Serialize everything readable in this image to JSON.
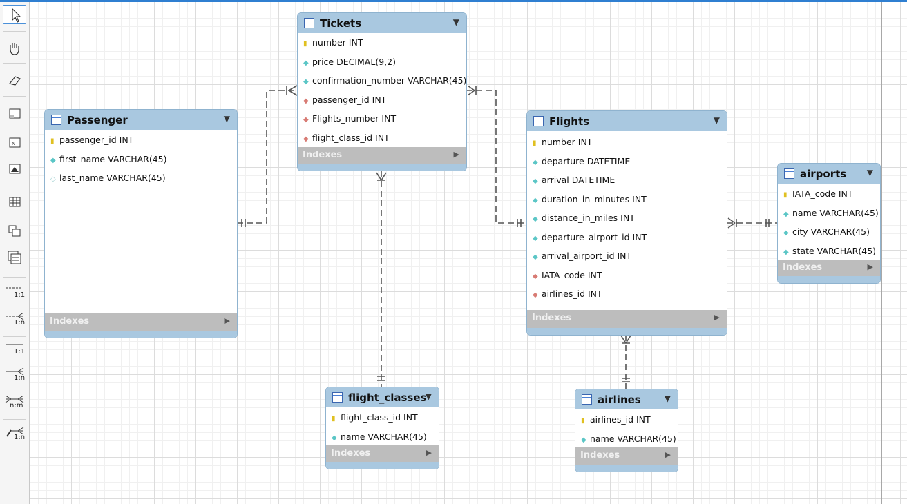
{
  "entities": {
    "tickets": {
      "name": "Tickets",
      "columns": [
        {
          "text": "number INT",
          "kind": "pk"
        },
        {
          "text": "price DECIMAL(9,2)",
          "kind": "nn"
        },
        {
          "text": "confirmation_number VARCHAR(45)",
          "kind": "nn"
        },
        {
          "text": "passenger_id INT",
          "kind": "fk"
        },
        {
          "text": "Flights_number INT",
          "kind": "fk"
        },
        {
          "text": "flight_class_id INT",
          "kind": "fk"
        }
      ],
      "indexes": "Indexes"
    },
    "passenger": {
      "name": "Passenger",
      "columns": [
        {
          "text": "passenger_id INT",
          "kind": "pk"
        },
        {
          "text": "first_name VARCHAR(45)",
          "kind": "nn"
        },
        {
          "text": "last_name VARCHAR(45)",
          "kind": "nu"
        }
      ],
      "indexes": "Indexes"
    },
    "flights": {
      "name": "Flights",
      "columns": [
        {
          "text": "number INT",
          "kind": "pk"
        },
        {
          "text": "departure DATETIME",
          "kind": "nn"
        },
        {
          "text": "arrival DATETIME",
          "kind": "nn"
        },
        {
          "text": "duration_in_minutes INT",
          "kind": "nn"
        },
        {
          "text": "distance_in_miles INT",
          "kind": "nn"
        },
        {
          "text": "departure_airport_id INT",
          "kind": "nn"
        },
        {
          "text": "arrival_airport_id INT",
          "kind": "nn"
        },
        {
          "text": "IATA_code INT",
          "kind": "fk"
        },
        {
          "text": "airlines_id INT",
          "kind": "fk"
        }
      ],
      "indexes": "Indexes"
    },
    "airports": {
      "name": "airports",
      "columns": [
        {
          "text": "IATA_code INT",
          "kind": "pk"
        },
        {
          "text": "name VARCHAR(45)",
          "kind": "nn"
        },
        {
          "text": "city VARCHAR(45)",
          "kind": "nn"
        },
        {
          "text": "state VARCHAR(45)",
          "kind": "nn"
        }
      ],
      "indexes": "Indexes"
    },
    "flight_classes": {
      "name": "flight_classes",
      "columns": [
        {
          "text": "flight_class_id INT",
          "kind": "pk"
        },
        {
          "text": "name VARCHAR(45)",
          "kind": "nn"
        }
      ],
      "indexes": "Indexes"
    },
    "airlines": {
      "name": "airlines",
      "columns": [
        {
          "text": "airlines_id INT",
          "kind": "pk"
        },
        {
          "text": "name VARCHAR(45)",
          "kind": "nn"
        }
      ],
      "indexes": "Indexes"
    }
  },
  "toolbar": {
    "items": [
      {
        "name": "select-tool",
        "icon": "pointer-icon"
      },
      {
        "name": "hand-tool",
        "icon": "hand-icon"
      },
      {
        "name": "eraser-tool",
        "icon": "eraser-icon"
      },
      {
        "name": "layer-tool",
        "icon": "layer-icon"
      },
      {
        "name": "note-tool",
        "icon": "note-icon"
      },
      {
        "name": "image-tool",
        "icon": "image-icon"
      },
      {
        "name": "table-tool",
        "icon": "table-icon"
      },
      {
        "name": "view-tool",
        "icon": "view-icon"
      },
      {
        "name": "routine-group-tool",
        "icon": "routine-group-icon"
      },
      {
        "name": "rel-1-1-nonidentifying",
        "label": "1:1"
      },
      {
        "name": "rel-1-n-nonidentifying",
        "label": "1:n"
      },
      {
        "name": "rel-1-1-identifying",
        "label": "1:1"
      },
      {
        "name": "rel-1-n-identifying",
        "label": "1:n"
      },
      {
        "name": "rel-n-m-identifying",
        "label": "n:m"
      },
      {
        "name": "rel-1-n-existing-columns",
        "label": "1:n"
      }
    ]
  },
  "colors": {
    "header": "#a9c8e0",
    "indexes": "#bdbdbd",
    "selection": "#2f7fd1"
  }
}
